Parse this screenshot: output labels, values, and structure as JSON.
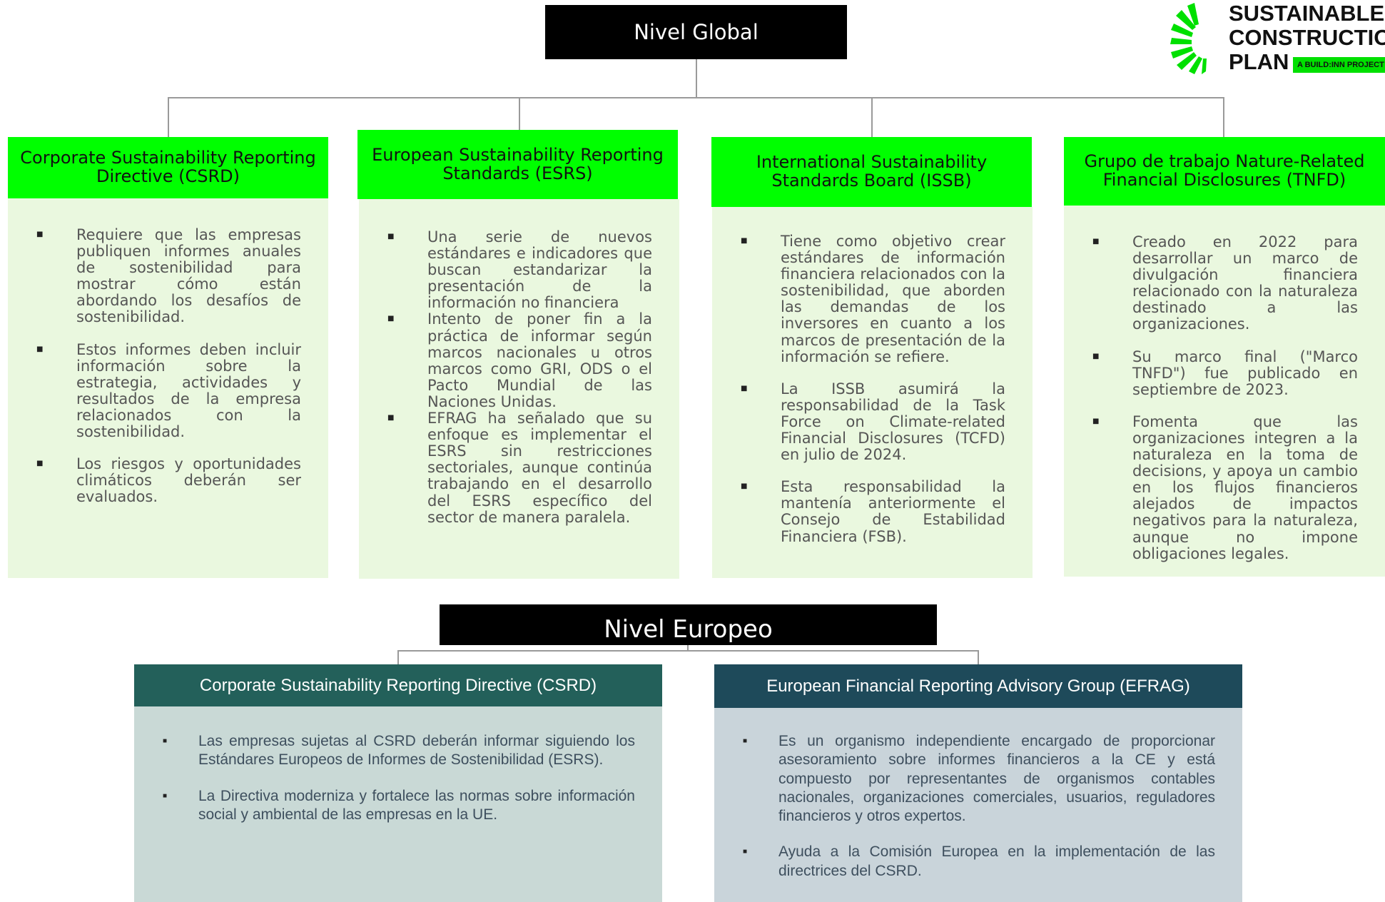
{
  "global": {
    "title": "Nivel Global",
    "columns": [
      {
        "title": "Corporate Sustainability Reporting Directive (CSRD)",
        "items": [
          "Requiere que las empresas publiquen informes anuales de sostenibilidad para mostrar cómo están abordando los desafíos de sostenibilidad.",
          "Estos informes deben incluir información sobre la estrategia, actividades y resultados de la empresa relacionados con la sostenibilidad.",
          "Los riesgos y oportunidades climáticos deberán ser evaluados."
        ]
      },
      {
        "title": "European Sustainability Reporting Standards (ESRS)",
        "items": [
          "Una serie de nuevos estándares e indicadores que buscan estandarizar la presentación de la información no financiera",
          "Intento de poner fin a la práctica de informar según marcos nacionales u otros marcos como GRI, ODS o el Pacto Mundial de las Naciones Unidas.",
          "EFRAG ha señalado que su enfoque es implementar el ESRS sin restricciones sectoriales, aunque continúa trabajando en el desarrollo del ESRS específico del sector de manera paralela."
        ]
      },
      {
        "title": "International Sustainability Standards Board (ISSB)",
        "items": [
          "Tiene como objetivo crear estándares de información financiera relacionados con la sostenibilidad, que aborden las demandas de los inversores en cuanto a los marcos de presentación de la información se refiere.",
          "La ISSB asumirá la responsabilidad de la Task Force on Climate-related Financial Disclosures (TCFD) en julio de 2024.",
          "Esta responsabilidad la mantenía anteriormente el Consejo de Estabilidad Financiera (FSB)."
        ]
      },
      {
        "title": "Grupo de trabajo Nature-Related Financial Disclosures (TNFD)",
        "items": [
          "Creado en 2022 para desarrollar un marco de divulgación financiera relacionado con la naturaleza destinado a las organizaciones.",
          "Su marco final (\"Marco TNFD\") fue publicado en septiembre de 2023.",
          "Fomenta que las organizaciones integren a la naturaleza en la toma de decisions, y apoya un cambio en los flujos financieros alejados de impactos negativos para la naturaleza, aunque no impone obligaciones legales."
        ]
      }
    ]
  },
  "europe": {
    "title": "Nivel Europeo",
    "boxes": [
      {
        "title": "Corporate Sustainability Reporting Directive (CSRD)",
        "header_color": "#23605a",
        "body_color": "#c9d9d6",
        "items": [
          "Las empresas sujetas al CSRD deberán informar siguiendo los Estándares Europeos de Informes de Sostenibilidad (ESRS).",
          "La Directiva moderniza y fortalece las normas sobre información social y ambiental de las empresas en la UE."
        ]
      },
      {
        "title": "European Financial Reporting Advisory Group (EFRAG)",
        "header_color": "#1e4a5a",
        "body_color": "#c9d4da",
        "items": [
          "Es un organismo independiente encargado de proporcionar asesoramiento sobre informes financieros a la CE y está compuesto por representantes de organismos contables nacionales, organizaciones comerciales, usuarios, reguladores financieros y otros expertos.",
          "Ayuda a la Comisión Europea en la implementación de las directrices del CSRD."
        ]
      }
    ]
  },
  "logo": {
    "lines": [
      "SUSTAINABLE",
      "CONSTRUCTION",
      "PLAN"
    ],
    "tagline": "A BUILD:INN PROJECT",
    "accent_color": "#00e000"
  }
}
